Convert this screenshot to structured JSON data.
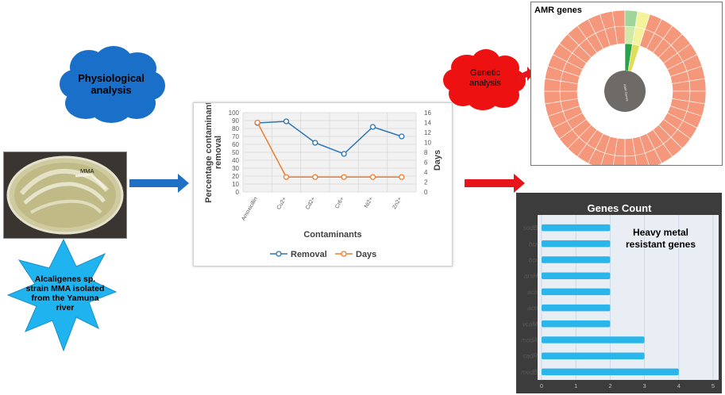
{
  "physiological_label": "Physiological\nanalysis",
  "genetic_label": "Genetic\nanalysis",
  "petri_label": "MMA",
  "organism_label": "Alcaligenes sp.\nstrain MMA isolated\nfrom the Yamuna\nriver",
  "amr_title": "AMR genes",
  "amr_center_label": "AMR Genes",
  "heavy_metal_label": "Heavy metal\nresistant genes",
  "colors": {
    "cloud_blue": "#1a6fc9",
    "cloud_red": "#ee1111",
    "star_blue": "#1fb3f0",
    "arrow_blue": "#1f6fc4",
    "arrow_red": "#e8141b",
    "removal_line": "#2e75b6",
    "days_line": "#ed7d31",
    "sunburst_outer": "#f5977a",
    "sunburst_inner": "#f07f4f",
    "bar_fill": "#2ab6ea"
  },
  "chart_data": [
    {
      "type": "line",
      "categories": [
        "Amoxicillin",
        "Cu2+",
        "Cd2+",
        "Cr6+",
        "Ni2+",
        "Zn2+"
      ],
      "series": [
        {
          "name": "Removal",
          "axis": "left",
          "values": [
            87,
            89,
            62,
            48,
            82,
            70
          ]
        },
        {
          "name": "Days",
          "axis": "right",
          "values": [
            14,
            3,
            3,
            3,
            3,
            3
          ]
        }
      ],
      "xlabel": "Contaminants",
      "ylabel": "Percentage contaminant\nremoval",
      "y2label": "Days",
      "ylim": [
        0,
        100
      ],
      "y2lim": [
        0,
        16
      ],
      "yticks": [
        0,
        10,
        20,
        30,
        40,
        50,
        60,
        70,
        80,
        90,
        100
      ],
      "y2ticks": [
        0,
        2,
        4,
        6,
        8,
        10,
        12,
        14,
        16
      ],
      "legend_position": "bottom",
      "grid": true
    },
    {
      "type": "bar",
      "orientation": "horizontal",
      "title": "Genes Count",
      "categories": [
        "sodB",
        "bcr",
        "bcr",
        "arsH",
        "acn",
        "acn",
        "vcaM",
        "modA",
        "cadR",
        "modB"
      ],
      "values": [
        2,
        2,
        2,
        2,
        2,
        2,
        2,
        3,
        3,
        4
      ],
      "xlim": [
        0,
        5
      ],
      "xticks": [
        0,
        1,
        2,
        3,
        4,
        5
      ]
    }
  ]
}
